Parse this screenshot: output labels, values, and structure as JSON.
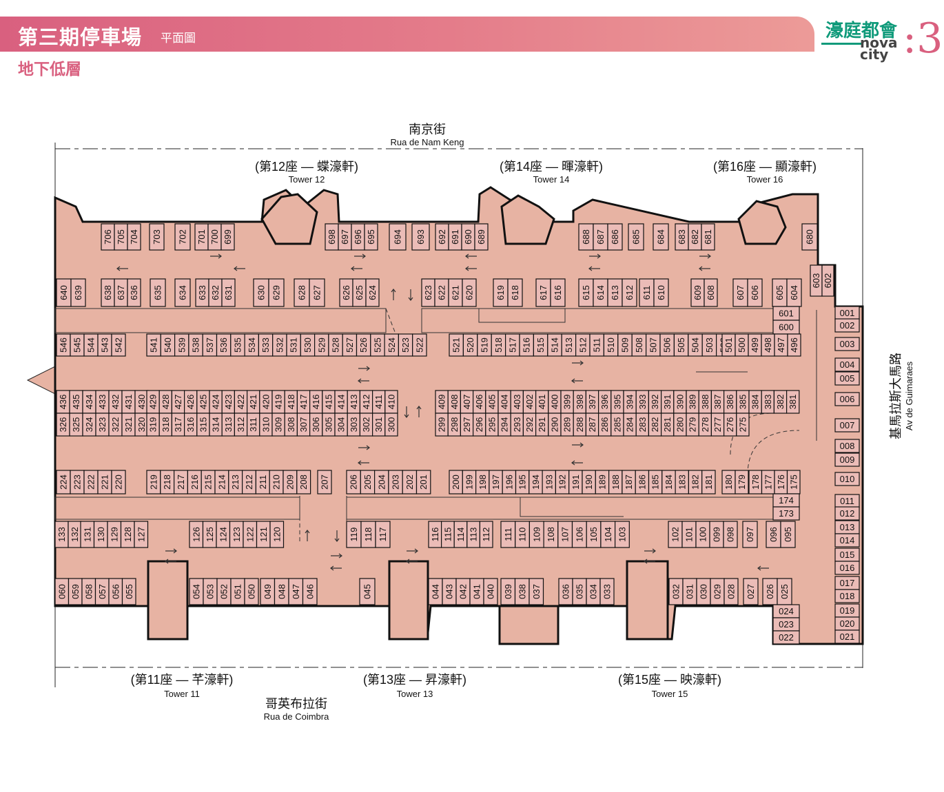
{
  "header": {
    "title": "第三期停車場",
    "subtitle": "平面圖",
    "level": "地下低層"
  },
  "logo": {
    "chinese": "濠庭都會",
    "english_1": "nova",
    "english_2": "city",
    "phase": "3"
  },
  "colors": {
    "banner_start": "#d9607f",
    "banner_end": "#ec9b98",
    "floor": "#e7b3a3",
    "space": "#ebbcb7",
    "wall": "#111111",
    "logo_green": "#0f9a7a"
  },
  "streets": {
    "north_cn": "南京街",
    "north_en": "Rua de Nam Keng",
    "south_cn": "哥英布拉街",
    "south_en": "Rua de Coimbra",
    "east_cn": "基馬拉斯大馬路",
    "east_en": "Av de Guimaraes"
  },
  "towers": [
    {
      "cn": "(第12座 — 蝶濠軒)",
      "en": "Tower 12"
    },
    {
      "cn": "(第14座 — 暉濠軒)",
      "en": "Tower 14"
    },
    {
      "cn": "(第16座 — 顯濠軒)",
      "en": "Tower 16"
    },
    {
      "cn": "(第11座 — 芊濠軒)",
      "en": "Tower 11"
    },
    {
      "cn": "(第13座 — 昇濠軒)",
      "en": "Tower 13"
    },
    {
      "cn": "(第15座 — 映濠軒)",
      "en": "Tower 15"
    }
  ],
  "spaces": {
    "row_7xx": [
      "706",
      "705",
      "704",
      "703",
      "702",
      "701",
      "700",
      "699",
      "698",
      "697",
      "696",
      "695",
      "694",
      "693",
      "692",
      "691",
      "690",
      "689",
      "688",
      "687",
      "686",
      "685",
      "684",
      "683",
      "682",
      "681",
      "680"
    ],
    "row_6xx": [
      "640",
      "639",
      "638",
      "637",
      "636",
      "635",
      "634",
      "633",
      "632",
      "631",
      "630",
      "629",
      "628",
      "627",
      "626",
      "625",
      "624",
      "623",
      "622",
      "621",
      "620",
      "619",
      "618",
      "617",
      "616",
      "615",
      "614",
      "613",
      "612",
      "611",
      "610",
      "609",
      "608",
      "607",
      "606",
      "605",
      "604",
      "603",
      "602",
      "601",
      "600"
    ],
    "row_5xx": [
      "546",
      "545",
      "544",
      "543",
      "542",
      "541",
      "540",
      "539",
      "538",
      "537",
      "536",
      "535",
      "534",
      "533",
      "532",
      "531",
      "530",
      "529",
      "528",
      "527",
      "526",
      "525",
      "524",
      "523",
      "522",
      "521",
      "520",
      "519",
      "518",
      "517",
      "516",
      "515",
      "514",
      "513",
      "512",
      "511",
      "510",
      "509",
      "508",
      "507",
      "506",
      "505",
      "504",
      "503",
      "502",
      "501",
      "500",
      "499",
      "498",
      "497",
      "496"
    ],
    "row_4xx": [
      "436",
      "435",
      "434",
      "433",
      "432",
      "431",
      "430",
      "429",
      "428",
      "427",
      "426",
      "425",
      "424",
      "423",
      "422",
      "421",
      "420",
      "419",
      "418",
      "417",
      "416",
      "415",
      "414",
      "413",
      "412",
      "411",
      "410",
      "409",
      "408",
      "407",
      "406",
      "405",
      "404",
      "403",
      "402",
      "401",
      "400",
      "399",
      "398",
      "397",
      "396",
      "395",
      "394",
      "393",
      "392",
      "391",
      "390",
      "389",
      "388",
      "387",
      "386",
      "385",
      "384",
      "383",
      "382",
      "381"
    ],
    "row_3xx": [
      "326",
      "325",
      "324",
      "323",
      "322",
      "321",
      "320",
      "319",
      "318",
      "317",
      "316",
      "315",
      "314",
      "313",
      "312",
      "311",
      "310",
      "309",
      "308",
      "307",
      "306",
      "305",
      "304",
      "303",
      "302",
      "301",
      "300",
      "299",
      "298",
      "297",
      "296",
      "295",
      "294",
      "293",
      "292",
      "291",
      "290",
      "289",
      "288",
      "287",
      "286",
      "285",
      "284",
      "283",
      "282",
      "281",
      "280",
      "279",
      "278",
      "277",
      "276",
      "275"
    ],
    "row_2xx": [
      "224",
      "223",
      "222",
      "221",
      "220",
      "219",
      "218",
      "217",
      "216",
      "215",
      "214",
      "213",
      "212",
      "211",
      "210",
      "209",
      "208",
      "207",
      "206",
      "205",
      "204",
      "203",
      "202",
      "201",
      "200",
      "199",
      "198",
      "197",
      "196",
      "195",
      "194",
      "193",
      "192",
      "191",
      "190",
      "189",
      "188",
      "187",
      "186",
      "185",
      "184",
      "183",
      "182",
      "181",
      "180",
      "179",
      "178",
      "177",
      "176",
      "175",
      "174",
      "173"
    ],
    "row_1xx": [
      "133",
      "132",
      "131",
      "130",
      "129",
      "128",
      "127",
      "126",
      "125",
      "124",
      "123",
      "122",
      "121",
      "120",
      "119",
      "118",
      "117",
      "116",
      "115",
      "114",
      "113",
      "112",
      "111",
      "110",
      "109",
      "108",
      "107",
      "106",
      "105",
      "104",
      "103",
      "102",
      "101",
      "100",
      "099",
      "098",
      "097",
      "096",
      "095"
    ],
    "row_0xx": [
      "060",
      "059",
      "058",
      "057",
      "056",
      "055",
      "054",
      "053",
      "052",
      "051",
      "050",
      "049",
      "048",
      "047",
      "046",
      "045",
      "044",
      "043",
      "042",
      "041",
      "040",
      "039",
      "038",
      "037",
      "036",
      "035",
      "034",
      "033",
      "032",
      "031",
      "030",
      "029",
      "028",
      "027",
      "026",
      "025",
      "024",
      "023",
      "022"
    ],
    "east_column": [
      "001",
      "002",
      "003",
      "004",
      "005",
      "006",
      "007",
      "008",
      "009",
      "010",
      "011",
      "012",
      "013",
      "014",
      "015",
      "016",
      "017",
      "018",
      "019",
      "020",
      "021"
    ]
  }
}
